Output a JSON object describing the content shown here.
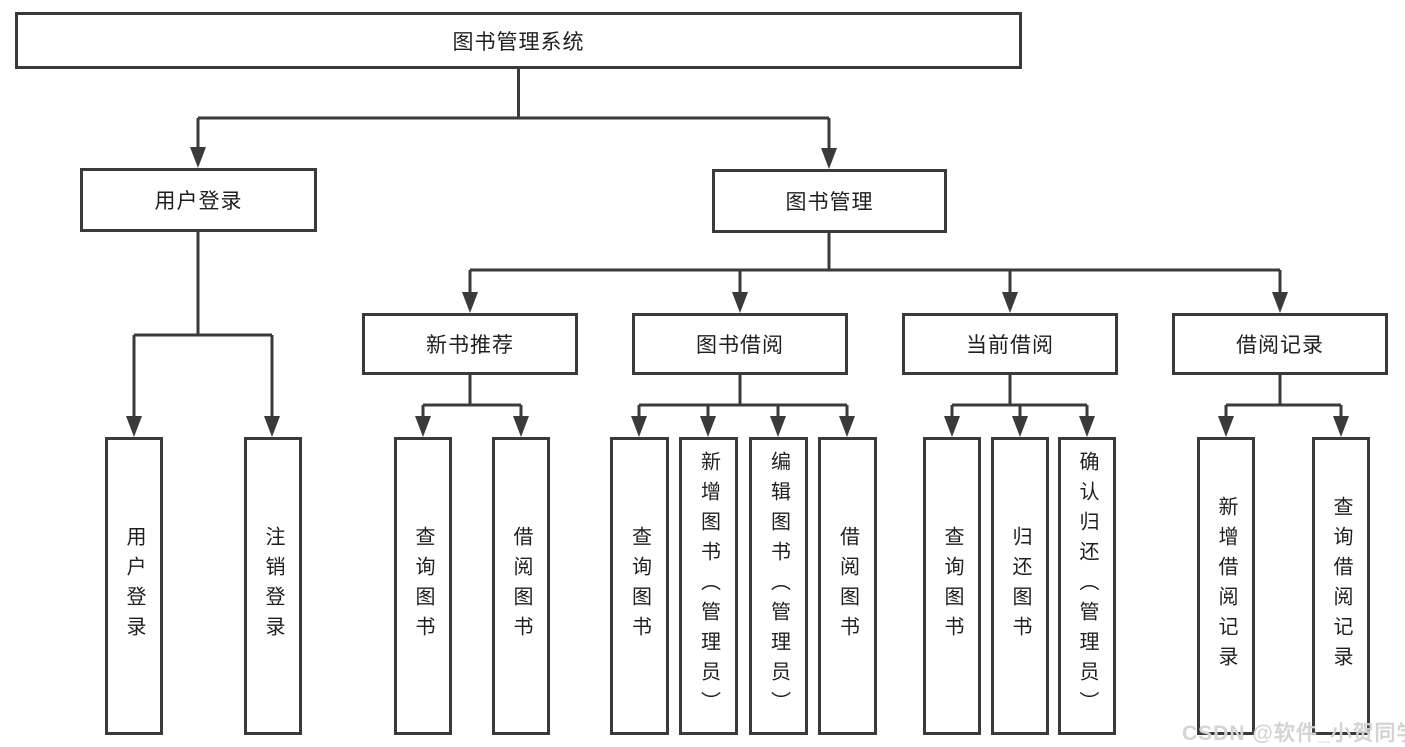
{
  "diagram": {
    "title": "图书管理系统",
    "type": "hierarchy-tree"
  },
  "tree": {
    "label": "图书管理系统",
    "children": [
      {
        "label": "用户登录",
        "children": [
          {
            "label": "用户登录"
          },
          {
            "label": "注销登录"
          }
        ]
      },
      {
        "label": "图书管理",
        "children": [
          {
            "label": "新书推荐",
            "children": [
              {
                "label": "查询图书"
              },
              {
                "label": "借阅图书"
              }
            ]
          },
          {
            "label": "图书借阅",
            "children": [
              {
                "label": "查询图书"
              },
              {
                "label": "新增图书（管理员）"
              },
              {
                "label": "编辑图书（管理员）"
              },
              {
                "label": "借阅图书"
              }
            ]
          },
          {
            "label": "当前借阅",
            "children": [
              {
                "label": "查询图书"
              },
              {
                "label": "归还图书"
              },
              {
                "label": "确认归还（管理员）"
              }
            ]
          },
          {
            "label": "借阅记录",
            "children": [
              {
                "label": "新增借阅记录"
              },
              {
                "label": "查询借阅记录"
              }
            ]
          }
        ]
      }
    ]
  },
  "watermark": "CSDN @软件_小贺同学",
  "colors": {
    "line": "#3a3a3a",
    "text": "#1f1f1f",
    "background": "#ffffff",
    "watermark": "#d4d4d6"
  }
}
